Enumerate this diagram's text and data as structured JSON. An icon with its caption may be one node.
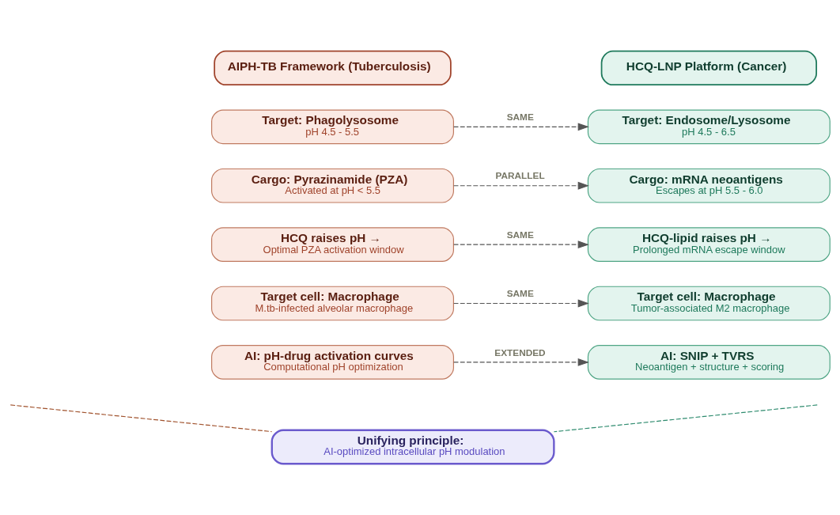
{
  "diagram": {
    "nodes": [
      {
        "text": [
          "AIPH-TB Framework (Tuberculosis)"
        ]
      },
      {
        "text": [
          "HCQ-LNP Platform (Cancer)"
        ]
      },
      {
        "text": [
          "Target: Phagolysosome",
          "pH 4.5 - 5.5"
        ]
      },
      {
        "text": [
          "Target: Endosome/Lysosome",
          "pH 4.5 - 6.5"
        ]
      },
      {
        "text": [
          "Cargo: Pyrazinamide (PZA)",
          "Activated at pH < 5.5"
        ]
      },
      {
        "text": [
          "Cargo: mRNA neoantigens",
          "Escapes at pH 5.5 - 6.0"
        ]
      },
      {
        "text": [
          "HCQ raises pH →",
          "Optimal PZA activation window"
        ]
      },
      {
        "text": [
          "HCQ-lipid raises pH →",
          "Prolonged mRNA escape window"
        ]
      },
      {
        "text": [
          "Target cell: Macrophage",
          "M.tb-infected alveolar macrophage"
        ]
      },
      {
        "text": [
          "Target cell: Macrophage",
          "Tumor-associated M2 macrophage"
        ]
      },
      {
        "text": [
          "AI: pH-drug activation curves",
          "Computational pH optimization"
        ]
      },
      {
        "text": [
          "AI: SNIP + TVRS",
          "Neoantigen + structure + scoring"
        ]
      },
      {
        "text": [
          "Unifying principle:",
          "AI-optimized intracellular pH modulation"
        ]
      }
    ],
    "edges": [
      {
        "from": 2,
        "to": 3,
        "arrow": "to",
        "label": "SAME",
        "style": "dashed"
      },
      {
        "from": 4,
        "to": 5,
        "arrow": "to",
        "label": "PARALLEL",
        "style": "dashed"
      },
      {
        "from": 6,
        "to": 7,
        "arrow": "to",
        "label": "SAME",
        "style": "dashed"
      },
      {
        "from": 8,
        "to": 9,
        "arrow": "to",
        "label": "SAME",
        "style": "dashed"
      },
      {
        "from": 10,
        "to": 11,
        "arrow": "to",
        "label": "EXTENDED",
        "style": "dashed"
      },
      {
        "from": null,
        "to": 12,
        "arrow": "none",
        "style": "dashed",
        "color": "#2e8b6e"
      },
      {
        "from": null,
        "to": 12,
        "arrow": "none",
        "style": "dashed",
        "color": "#a0522d"
      }
    ]
  }
}
